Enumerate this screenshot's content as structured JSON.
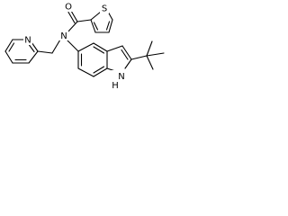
{
  "diagram": {
    "atoms": {
      "S": "S",
      "O": "O",
      "N_amide": "N",
      "N_pyridine": "N",
      "NH_indole": "H\nN"
    },
    "indole_nh": {
      "h": "H",
      "n": "N"
    }
  }
}
